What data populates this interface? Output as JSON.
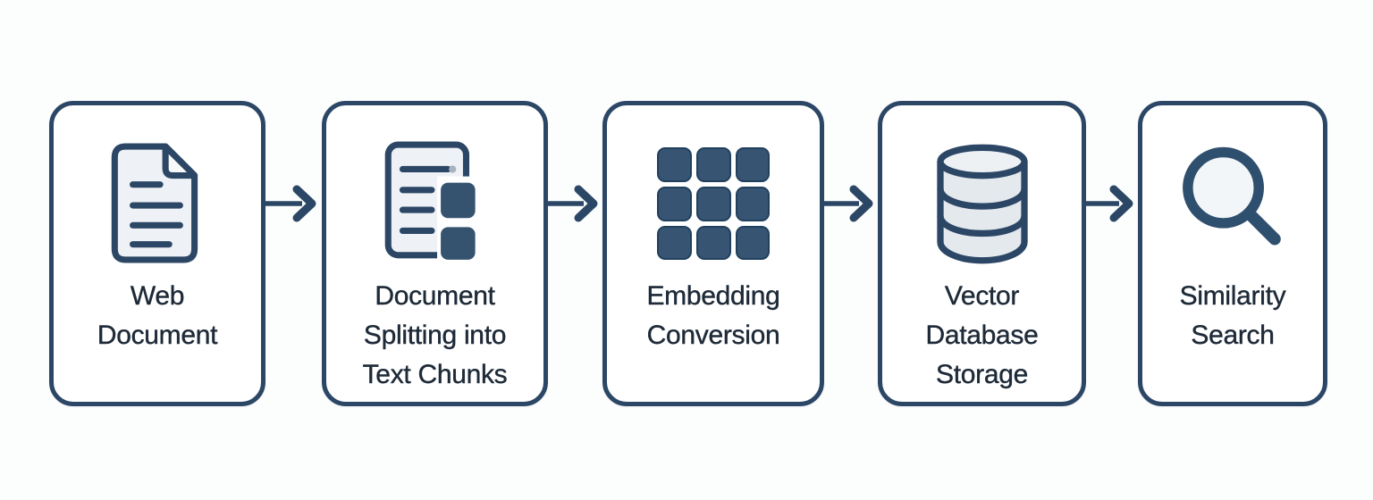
{
  "diagram": {
    "description": "Five-step RAG pipeline flowchart",
    "colors": {
      "outline_navy": "#2c4766",
      "icon_fill_dark": "#375573",
      "icon_fill_light": "#eef1f5",
      "text": "#1e2a38",
      "background": "#fcfdfd"
    },
    "boxes": [
      {
        "id": "web-document",
        "icon": "document-icon",
        "lines": [
          "Web",
          "Document"
        ]
      },
      {
        "id": "document-splitting",
        "icon": "document-split-icon",
        "lines": [
          "Document",
          "Splitting into",
          "Text Chunks"
        ]
      },
      {
        "id": "embedding-conversion",
        "icon": "embedding-grid-icon",
        "lines": [
          "Embedding",
          "Conversion"
        ]
      },
      {
        "id": "vector-database",
        "icon": "database-icon",
        "lines": [
          "Vector",
          "Database",
          "Storage"
        ]
      },
      {
        "id": "similarity-search",
        "icon": "search-icon",
        "lines": [
          "Similarity",
          "Search"
        ]
      }
    ],
    "arrows": {
      "count": 4,
      "direction": "right"
    }
  }
}
